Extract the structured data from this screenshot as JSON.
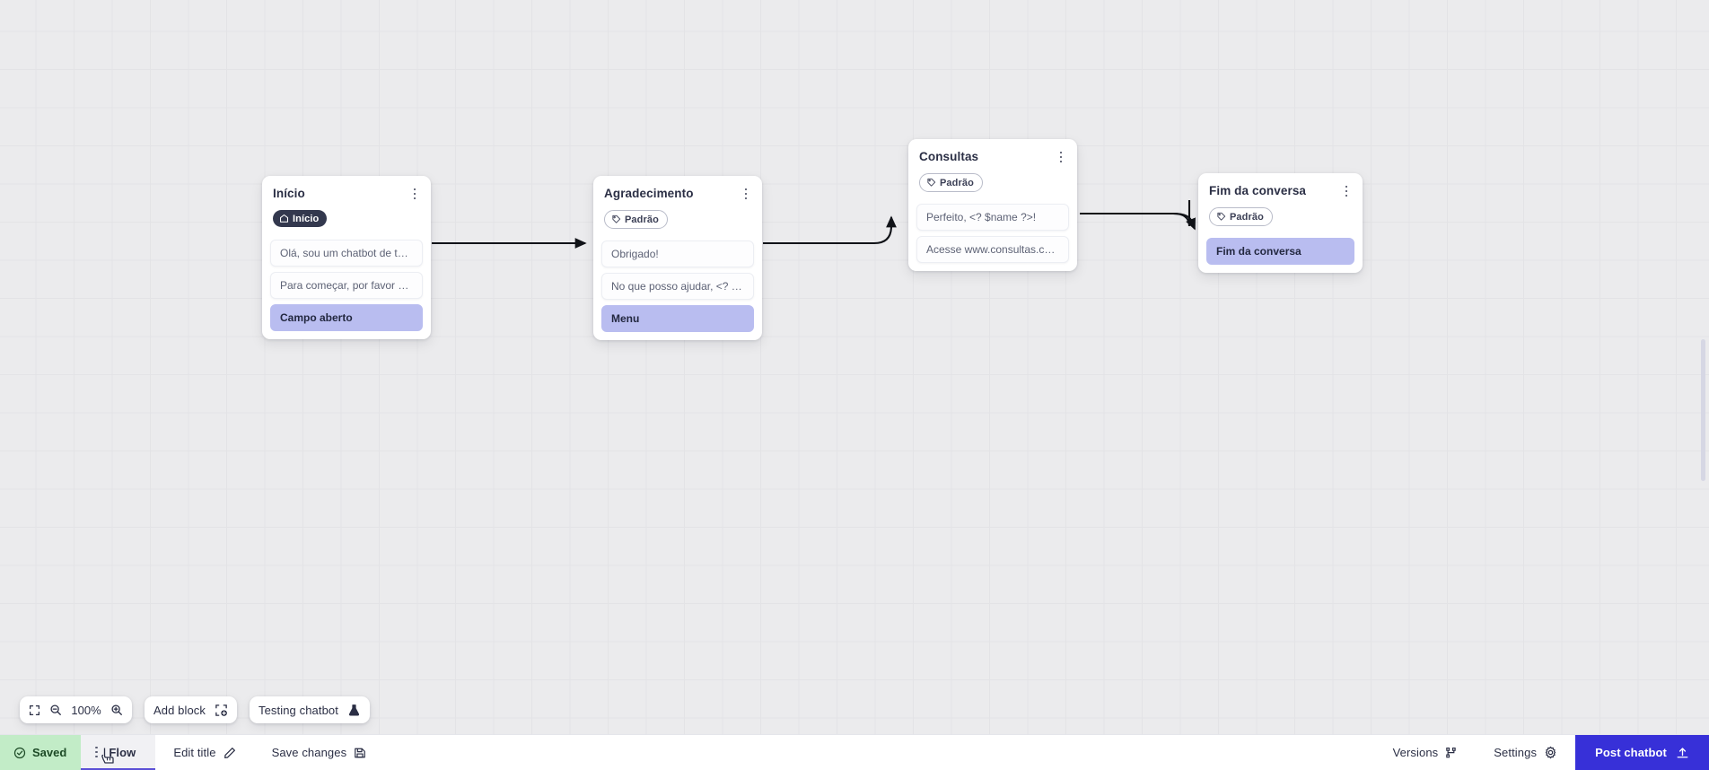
{
  "canvas": {
    "background_color": "#ebebed",
    "grid_color": "#e3e3e6"
  },
  "nodes": [
    {
      "id": "inicio",
      "title": "Início",
      "tag": {
        "label": "Início",
        "style": "dark",
        "icon": "home-icon"
      },
      "fields": [
        {
          "text": "Olá, sou um chatbot de teste!",
          "accent": false
        },
        {
          "text": "Para começar, por favor digite o ...",
          "accent": false
        },
        {
          "text": "Campo aberto",
          "accent": true
        }
      ]
    },
    {
      "id": "agradecimento",
      "title": "Agradecimento",
      "tag": {
        "label": "Padrão",
        "style": "outline",
        "icon": "tag-icon"
      },
      "fields": [
        {
          "text": "Obrigado!",
          "accent": false
        },
        {
          "text": "No que posso ajudar, <? $name ...",
          "accent": false
        },
        {
          "text": "Menu",
          "accent": true
        }
      ]
    },
    {
      "id": "consultas",
      "title": "Consultas",
      "tag": {
        "label": "Padrão",
        "style": "outline",
        "icon": "tag-icon"
      },
      "fields": [
        {
          "text": "Perfeito, <? $name ?>!",
          "accent": false
        },
        {
          "text": "Acesse www.consultas.com par...",
          "accent": false
        }
      ]
    },
    {
      "id": "fim-da-conversa",
      "title": "Fim da conversa",
      "tag": {
        "label": "Padrão",
        "style": "outline",
        "icon": "tag-icon"
      },
      "fields": [
        {
          "text": "Fim da conversa",
          "accent": true
        }
      ]
    }
  ],
  "toolbar": {
    "fit_icon": "fit-screen-icon",
    "zoom_out_icon": "zoom-out-icon",
    "zoom_level": "100%",
    "zoom_in_icon": "zoom-in-icon",
    "add_block_label": "Add block",
    "add_block_icon": "add-block-icon",
    "testing_chatbot_label": "Testing chatbot",
    "testing_chatbot_icon": "flask-icon"
  },
  "bottom_bar": {
    "saved_label": "Saved",
    "saved_icon": "check-circle-icon",
    "saved_bg": "#c2ecc7",
    "flow_tab_label": "Flow",
    "flow_tab_kebab_icon": "kebab-icon",
    "edit_title_label": "Edit title",
    "edit_title_icon": "pencil-icon",
    "save_changes_label": "Save changes",
    "save_changes_icon": "save-disk-icon",
    "versions_label": "Versions",
    "versions_icon": "branch-icon",
    "settings_label": "Settings",
    "settings_icon": "gear-icon",
    "post_chatbot_label": "Post chatbot",
    "post_chatbot_icon": "upload-icon",
    "post_chatbot_bg": "#3730d8"
  }
}
